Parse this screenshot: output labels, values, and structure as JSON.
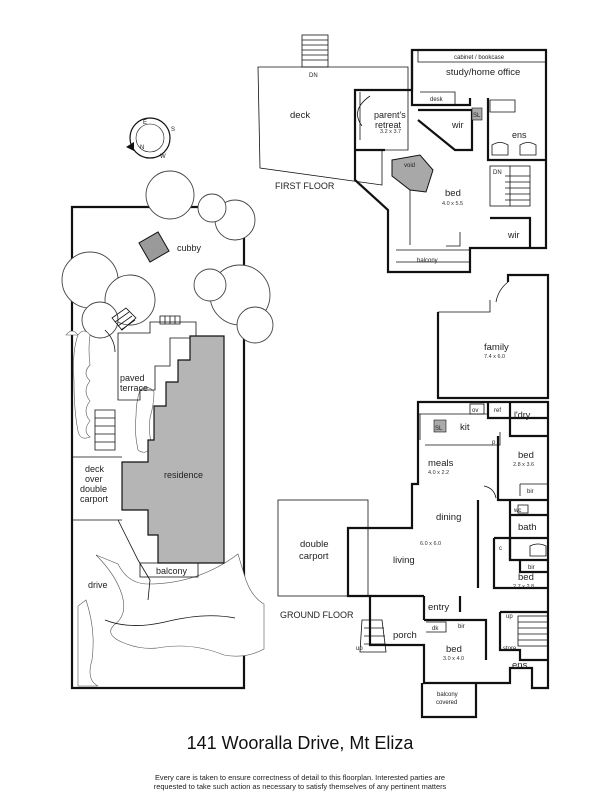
{
  "address": "141 Wooralla Drive,  Mt Eliza",
  "disclaimer": {
    "line1": "Every care is taken to ensure correctness of detail to this floorplan. Interested parties are",
    "line2": "requested to take such action as necessary to satisfy themselves of any pertinent matters"
  },
  "floors": {
    "first": "FIRST FLOOR",
    "ground": "GROUND FLOOR"
  },
  "compass": {
    "n": "N",
    "s": "S",
    "w": "W",
    "e": "E"
  },
  "site": {
    "cubby": "cubby",
    "paved_terrace": "paved\nterrace",
    "residence": "residence",
    "deck_over_carport": "deck\nover\ndouble\ncarport",
    "drive": "drive",
    "balcony": "balcony"
  },
  "first_floor_rooms": {
    "deck": "deck",
    "dn": "DN",
    "cabinet": "cabinet / bookcase",
    "study": "study/home office",
    "desk": "desk",
    "parents_retreat": "parent's\nretreat",
    "parents_retreat_dim": "3.2 x 3.7",
    "wir1": "wir",
    "sl": "SL",
    "ens": "ens",
    "void": "void",
    "bed": "bed",
    "bed_dim": "4.0 x 5.5",
    "dn2": "DN",
    "wir2": "wir",
    "balcony": "balcony"
  },
  "ground_floor_rooms": {
    "family": "family",
    "family_dim": "7.4 x 6.0",
    "ov": "ov",
    "ref": "ref",
    "ldry": "l'dry",
    "kit": "kit",
    "sl": "SL",
    "p": "p",
    "bed2": "bed",
    "bed2_dim": "2.8 x 3.6",
    "bir1": "bir",
    "meals": "meals",
    "meals_dim": "4.0 x 2.2",
    "wc": "wc",
    "bath": "bath",
    "dining": "dining",
    "double_carport": "double\ncarport",
    "living": "living",
    "living_dim": "6.0 x 6.0",
    "c": "c",
    "bir2": "bir",
    "bed3": "bed",
    "bed3_dim": "2.7 x 2.8",
    "entry": "entry",
    "up": "up",
    "porch": "porch",
    "up2": "up",
    "dk": "dk",
    "bir3": "bir",
    "bed4": "bed",
    "bed4_dim": "3.0 x 4.0",
    "store": "store",
    "ens": "ens",
    "balcony_covered": "balcony\ncovered"
  }
}
